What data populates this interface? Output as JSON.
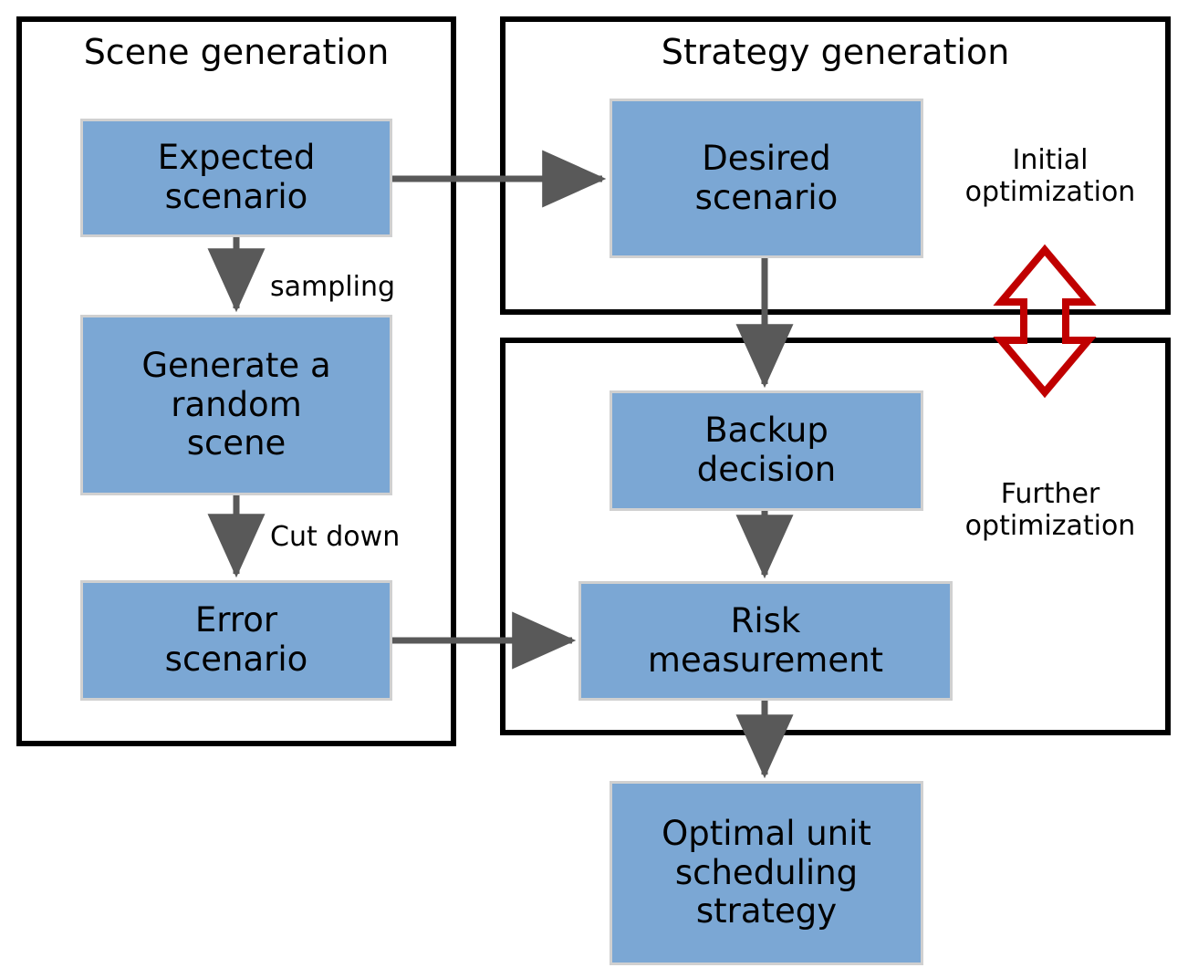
{
  "diagram": {
    "title_hidden": "",
    "panels": [
      {
        "id": "scene-generation",
        "label": "Scene generation"
      },
      {
        "id": "strategy-generation",
        "label": "Strategy generation"
      },
      {
        "id": "optimization-panel",
        "label": ""
      }
    ],
    "nodes": [
      {
        "id": "expected-scenario",
        "label": "Expected\nscenario"
      },
      {
        "id": "generate-random-scene",
        "label": "Generate a\nrandom\nscene"
      },
      {
        "id": "error-scenario",
        "label": "Error\nscenario"
      },
      {
        "id": "desired-scenario",
        "label": "Desired\nscenario"
      },
      {
        "id": "backup-decision",
        "label": "Backup\ndecision"
      },
      {
        "id": "risk-measurement",
        "label": "Risk\nmeasurement"
      },
      {
        "id": "optimal-strategy",
        "label": "Optimal unit\nscheduling\nstrategy"
      }
    ],
    "edge_labels": [
      {
        "id": "sampling",
        "label": "sampling"
      },
      {
        "id": "cut-down",
        "label": "Cut down"
      }
    ],
    "side_labels": [
      {
        "id": "initial-optimization",
        "line1": "Initial",
        "line2": "optimization"
      },
      {
        "id": "further-optimization",
        "line1": "Further",
        "line2": "optimization"
      }
    ],
    "colors": {
      "node_fill": "#7BA7D4",
      "node_border": "#D0D0D0",
      "panel_border": "#000000",
      "arrow": "#595959",
      "feedback_arrow": "#C00000",
      "text": "#000000"
    }
  }
}
